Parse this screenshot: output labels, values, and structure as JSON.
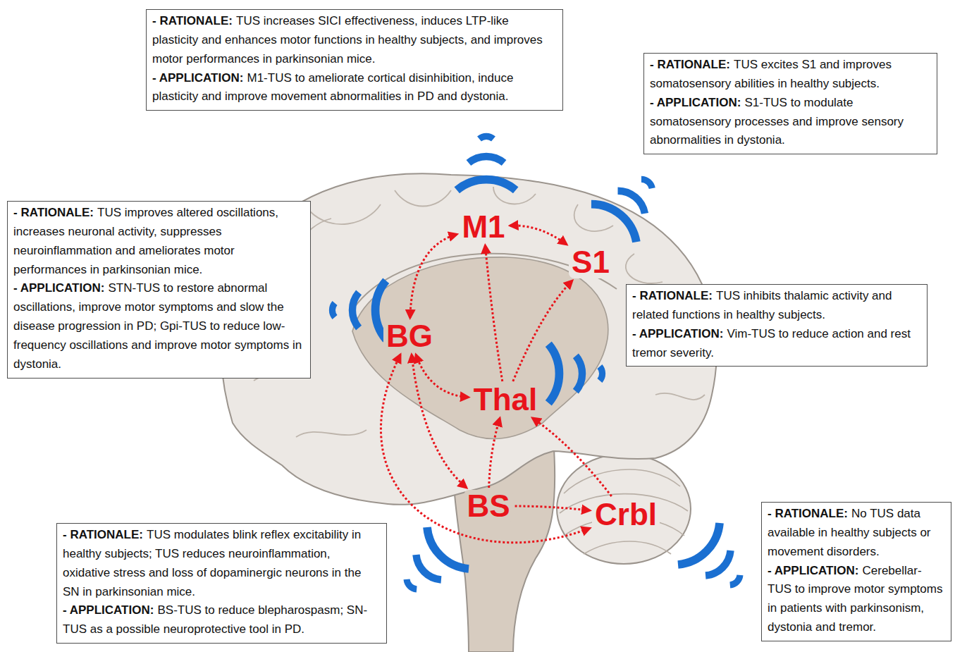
{
  "diagram": {
    "nodes": [
      {
        "text": [
          "- RATIONALE:",
          "TUS increases SICI effectiveness, induces LTP-like plasticity and enhances motor functions in healthy subjects, and improves motor performances in parkinsonian mice.",
          "- APPLICATION:",
          "M1-TUS to ameliorate cortical disinhibition, induce plasticity and improve movement abnormalities in PD and dystonia."
        ]
      },
      {
        "text": [
          "- RATIONALE:",
          "TUS excites S1 and improves somatosensory abilities in healthy subjects.",
          "- APPLICATION:",
          "S1-TUS to modulate somatosensory processes and improve sensory abnormalities in dystonia."
        ]
      },
      {
        "text": [
          "- RATIONALE:",
          "TUS improves altered oscillations, increases neuronal activity, suppresses neuroinflammation and ameliorates motor performances in parkinsonian mice.",
          "- APPLICATION:",
          "STN-TUS to restore abnormal oscillations, improve motor symptoms and slow the disease progression in PD; Gpi-TUS to reduce low-frequency oscillations and improve motor symptoms in dystonia."
        ]
      },
      {
        "text": [
          "- RATIONALE:",
          "TUS inhibits thalamic activity and related functions in healthy subjects.",
          "- APPLICATION:",
          "Vim-TUS to reduce action and rest tremor severity."
        ]
      },
      {
        "text": [
          "- RATIONALE:",
          "TUS modulates blink reflex excitability in healthy subjects; TUS reduces neuroinflammation, oxidative stress and loss of dopaminergic neurons in the SN in parkinsonian mice.",
          "- APPLICATION:",
          "BS-TUS to reduce blepharospasm; SN-TUS as a possible neuroprotective tool in PD."
        ]
      },
      {
        "text": [
          "- RATIONALE:",
          "No TUS data available in healthy subjects or movement disorders.",
          "- APPLICATION:",
          "Cerebellar-TUS to improve motor symptoms in patients with parkinsonism, dystonia and tremor."
        ]
      },
      {
        "text": [
          "M1"
        ]
      },
      {
        "text": [
          "S1"
        ]
      },
      {
        "text": [
          "BG"
        ]
      },
      {
        "text": [
          "Thal"
        ]
      },
      {
        "text": [
          "BS"
        ]
      },
      {
        "text": [
          "Crbl"
        ]
      }
    ],
    "edges": [
      {
        "from": 6,
        "to": 7,
        "arrow": "both"
      },
      {
        "from": 8,
        "to": 6,
        "arrow": "both"
      },
      {
        "from": 9,
        "to": 6,
        "arrow": "to"
      },
      {
        "from": 9,
        "to": 7,
        "arrow": "to"
      },
      {
        "from": 8,
        "to": 9,
        "arrow": "both"
      },
      {
        "from": 10,
        "to": 9,
        "arrow": "to"
      },
      {
        "from": 10,
        "to": 8,
        "arrow": "both"
      },
      {
        "from": 10,
        "to": 11,
        "arrow": "to"
      },
      {
        "from": 8,
        "to": 11,
        "arrow": "both"
      },
      {
        "from": 11,
        "to": 9,
        "arrow": "to"
      }
    ]
  }
}
